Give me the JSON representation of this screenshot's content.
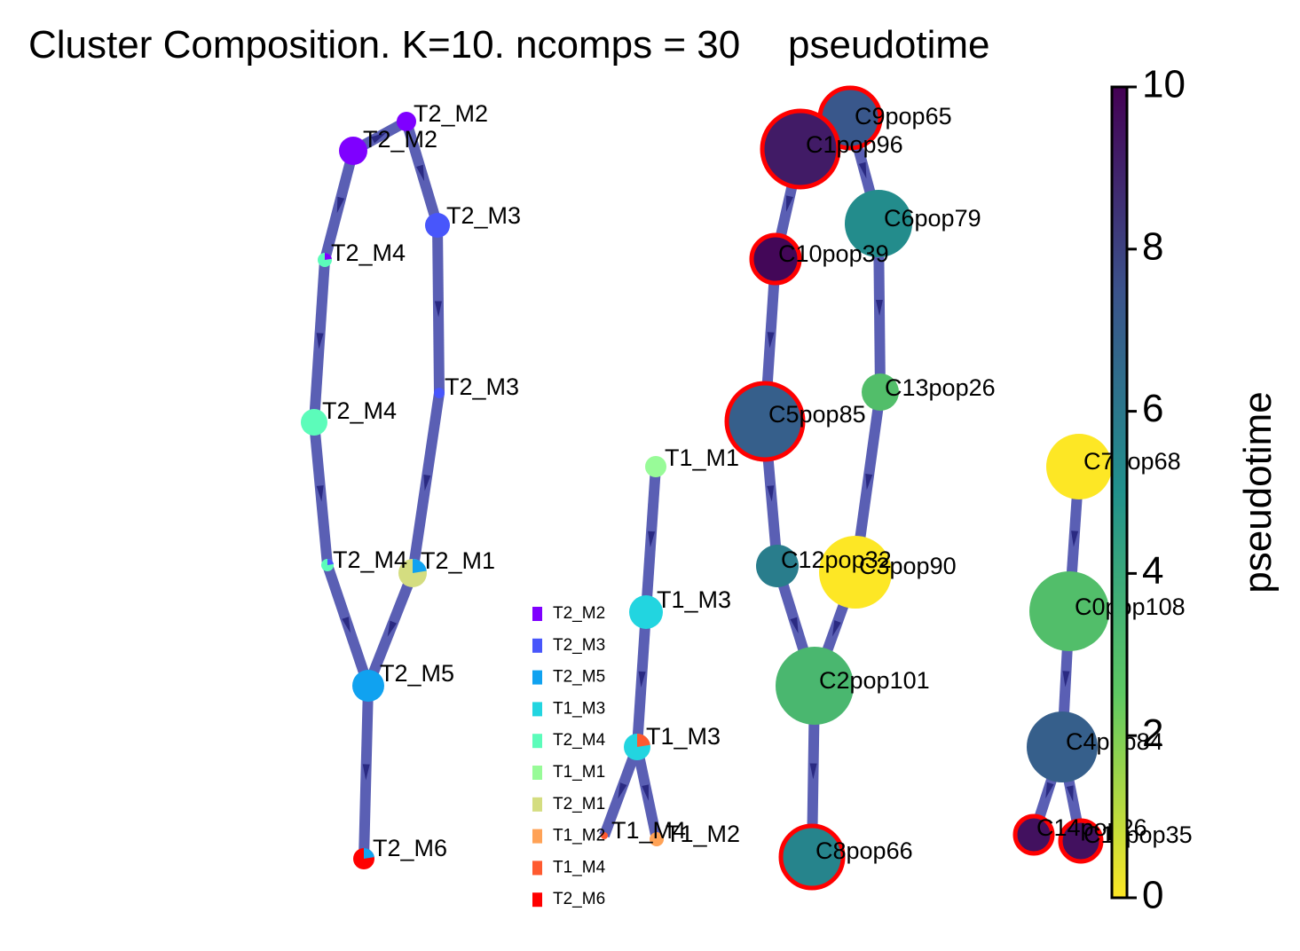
{
  "titles": {
    "left": "Cluster Composition. K=10. ncomps = 30",
    "right": "pseudotime"
  },
  "colors": {
    "edge": "#5a5fb4",
    "arrow": "#2a2a82",
    "highlight_ring": "#ff0000",
    "T2_M2": "#7f00ff",
    "T2_M3": "#4856fb",
    "T2_M5": "#10a2f0",
    "T1_M3": "#22d5e0",
    "T2_M4": "#5cfcba",
    "T1_M1": "#98fb98",
    "T2_M1": "#d4dd80",
    "T1_M2": "#ffa256",
    "T1_M4": "#ff5a2f",
    "T2_M6": "#ff0000"
  },
  "composition_nodes": [
    {
      "label": "T2_M2",
      "dominant": "T2_M2"
    },
    {
      "label": "T2_M2",
      "dominant": "T2_M2"
    },
    {
      "label": "T2_M3",
      "dominant": "T2_M3"
    },
    {
      "label": "T2_M4",
      "dominant": "T2_M4",
      "secondary": "T2_M2"
    },
    {
      "label": "T2_M3",
      "dominant": "T2_M3"
    },
    {
      "label": "T2_M4",
      "dominant": "T2_M4"
    },
    {
      "label": "T2_M4",
      "dominant": "T2_M4",
      "secondary": "T2_M3"
    },
    {
      "label": "T2_M1",
      "dominant": "T2_M1",
      "secondary": "T2_M5"
    },
    {
      "label": "T2_M5",
      "dominant": "T2_M5"
    },
    {
      "label": "T2_M6",
      "dominant": "T2_M6",
      "secondary": "T2_M5"
    },
    {
      "label": "T1_M1",
      "dominant": "T1_M1"
    },
    {
      "label": "T1_M3",
      "dominant": "T1_M3"
    },
    {
      "label": "T1_M3",
      "dominant": "T1_M3",
      "secondary": "T1_M4"
    },
    {
      "label": "T1_M4",
      "dominant": "T1_M4"
    },
    {
      "label": "T1_M2",
      "dominant": "T1_M2"
    }
  ],
  "legend": [
    "T2_M2",
    "T2_M3",
    "T2_M5",
    "T1_M3",
    "T2_M4",
    "T1_M1",
    "T2_M1",
    "T1_M2",
    "T1_M4",
    "T2_M6"
  ],
  "pseudotime_nodes": [
    {
      "label": "C9pop65",
      "pseudotime": 7.3,
      "terminal": true
    },
    {
      "label": "C1pop96",
      "pseudotime": 9.2,
      "terminal": true
    },
    {
      "label": "C6pop79",
      "pseudotime": 5.2,
      "terminal": false
    },
    {
      "label": "C10pop39",
      "pseudotime": 9.8,
      "terminal": true
    },
    {
      "label": "C13pop26",
      "pseudotime": 3.0,
      "terminal": false
    },
    {
      "label": "C5pop85",
      "pseudotime": 7.0,
      "terminal": true
    },
    {
      "label": "C7pop68",
      "pseudotime": 0.0,
      "terminal": false
    },
    {
      "label": "C12pop32",
      "pseudotime": 5.8,
      "terminal": false
    },
    {
      "label": "C3pop90",
      "pseudotime": 0.0,
      "terminal": false
    },
    {
      "label": "C0pop108",
      "pseudotime": 3.0,
      "terminal": false
    },
    {
      "label": "C2pop101",
      "pseudotime": 3.3,
      "terminal": false
    },
    {
      "label": "C4pop84",
      "pseudotime": 7.0,
      "terminal": false
    },
    {
      "label": "C8pop66",
      "pseudotime": 5.5,
      "terminal": true
    },
    {
      "label": "C14pop26",
      "pseudotime": 9.5,
      "terminal": true
    },
    {
      "label": "C11pop35",
      "pseudotime": 9.5,
      "terminal": true
    }
  ],
  "colorbar": {
    "label": "pseudotime",
    "min": 0,
    "max": 10,
    "ticks": [
      "0",
      "2",
      "4",
      "6",
      "8",
      "10"
    ],
    "colormap": "viridis_r"
  }
}
